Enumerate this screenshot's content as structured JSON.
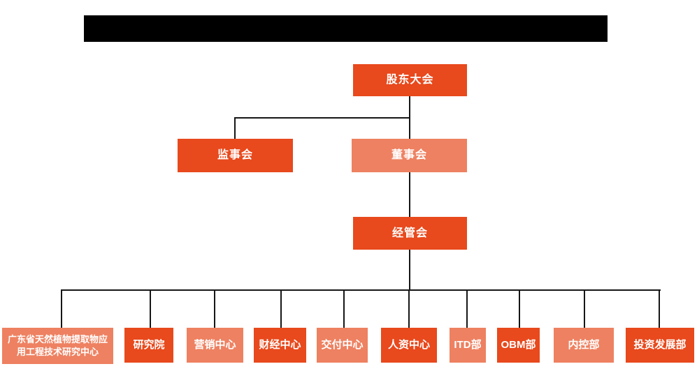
{
  "colors": {
    "primary": "#E8491D",
    "light": "#EE8161",
    "line": "#161616",
    "text": "#FFFFFF",
    "header": "#000000"
  },
  "org_chart": {
    "level1": {
      "label": "股东大会",
      "variant": "primary"
    },
    "level2": [
      {
        "label": "监事会",
        "variant": "primary"
      },
      {
        "label": "董事会",
        "variant": "light"
      }
    ],
    "level3": {
      "label": "经管会",
      "variant": "primary"
    },
    "departments": [
      {
        "label": "广东省天然植物提取物应用工程技术研究中心",
        "variant": "light"
      },
      {
        "label": "研究院",
        "variant": "primary"
      },
      {
        "label": "营销中心",
        "variant": "light"
      },
      {
        "label": "财经中心",
        "variant": "primary"
      },
      {
        "label": "交付中心",
        "variant": "light"
      },
      {
        "label": "人资中心",
        "variant": "primary"
      },
      {
        "label": "ITD部",
        "variant": "light"
      },
      {
        "label": "OBM部",
        "variant": "primary"
      },
      {
        "label": "内控部",
        "variant": "light"
      },
      {
        "label": "投资发展部",
        "variant": "primary"
      }
    ]
  }
}
